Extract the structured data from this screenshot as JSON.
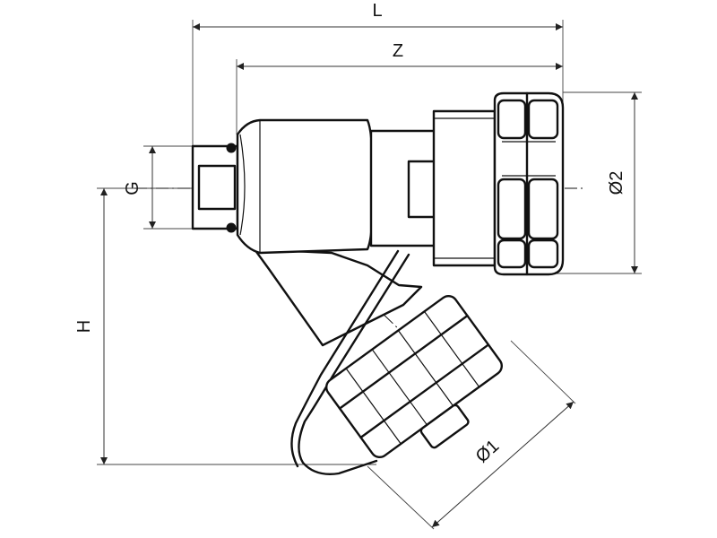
{
  "dimensions": {
    "L": "L",
    "Z": "Z",
    "G": "G",
    "H": "H",
    "D1": "Ø1",
    "D2": "Ø2"
  },
  "colors": {
    "line": "#111111",
    "background": "#ffffff"
  }
}
